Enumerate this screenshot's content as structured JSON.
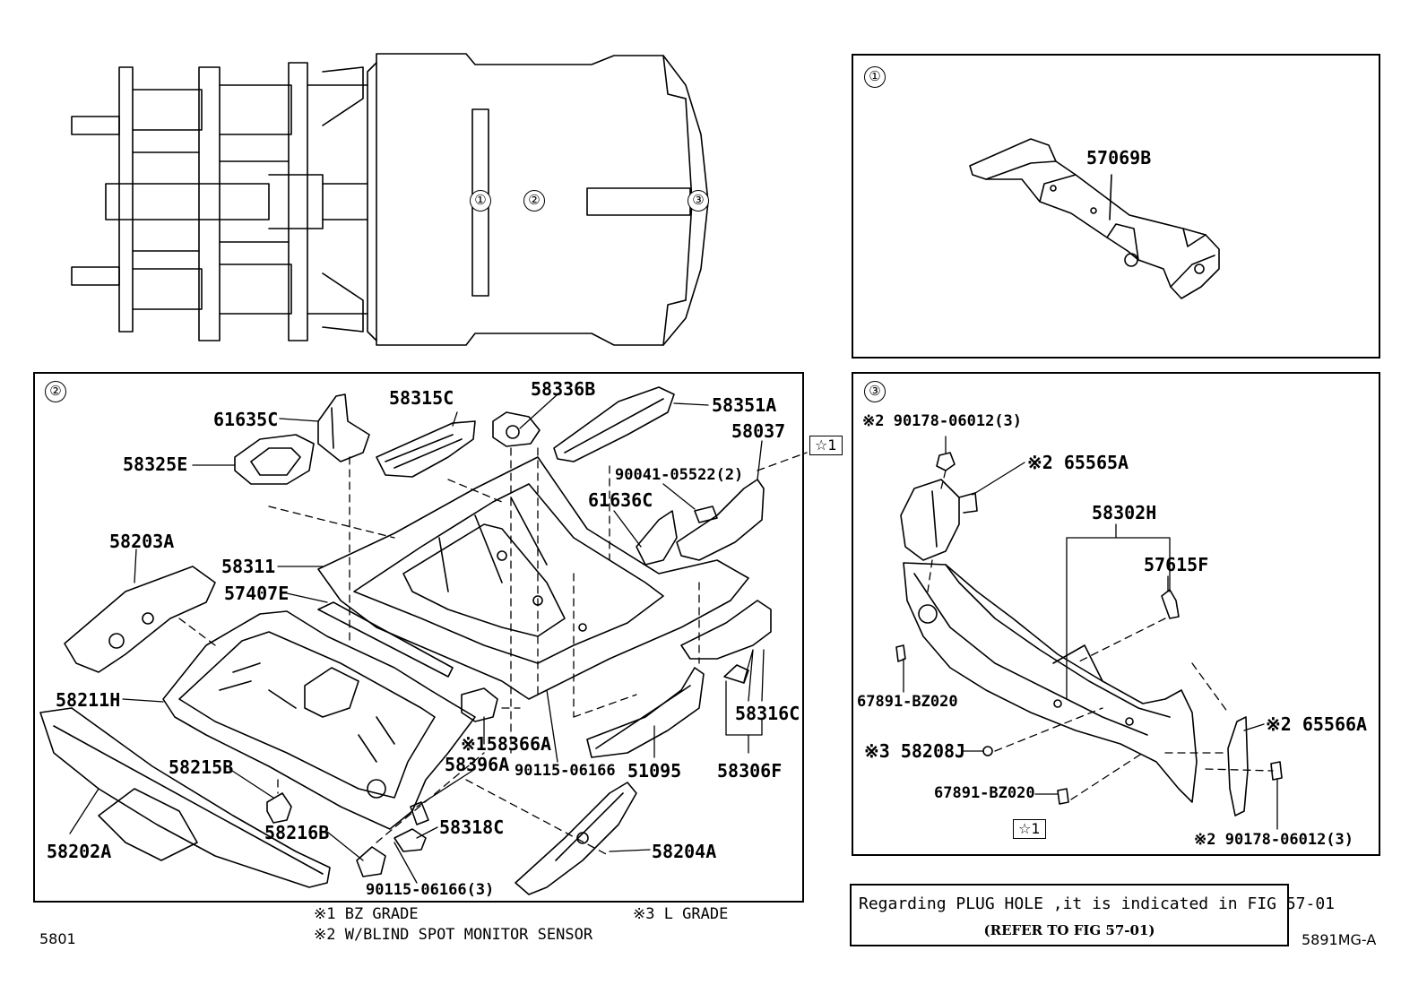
{
  "overview": {
    "markers": [
      "①",
      "②",
      "③"
    ]
  },
  "panel1": {
    "number": "①",
    "parts": [
      "57069B"
    ]
  },
  "panel2": {
    "number": "②",
    "parts": {
      "p58336B": "58336B",
      "p58315C": "58315C",
      "p58351A": "58351A",
      "p61635C": "61635C",
      "p58037": "58037",
      "p58325E": "58325E",
      "p90041": "90041-05522(2)",
      "p61636C": "61636C",
      "p58203A": "58203A",
      "p58311": "58311",
      "p57407E": "57407E",
      "p58211H": "58211H",
      "p58366A": "※158366A",
      "p58316C": "58316C",
      "p58396A": "58396A",
      "p58215B": "58215B",
      "p90115a": "90115-06166",
      "p51095": "51095",
      "p58306F": "58306F",
      "p58318C": "58318C",
      "p58216B": "58216B",
      "p58204A": "58204A",
      "p58202A": "58202A",
      "p90115b": "90115-06166(3)"
    },
    "star": "☆1"
  },
  "panel3": {
    "number": "③",
    "parts": {
      "p90178a": "※2 90178-06012(3)",
      "p65565A": "※2 65565A",
      "p58302H": "58302H",
      "p57615F": "57615F",
      "p67891a": "67891-BZ020",
      "p65566A": "※2 65566A",
      "p58208J": "※3 58208J",
      "p67891b": "67891-BZ020",
      "p90178b": "※2 90178-06012(3)"
    },
    "star": "☆1"
  },
  "notes": {
    "n1": "※1 BZ GRADE",
    "n2": "※2 W/BLIND SPOT MONITOR SENSOR",
    "n3": "※3 L GRADE"
  },
  "plug_hole": {
    "line1": "Regarding PLUG HOLE ,it is indicated in FIG 57-01",
    "line2": "(REFER TO FIG 57-01)"
  },
  "footer": {
    "left_code": "5801",
    "right_code": "5891MG-A"
  }
}
